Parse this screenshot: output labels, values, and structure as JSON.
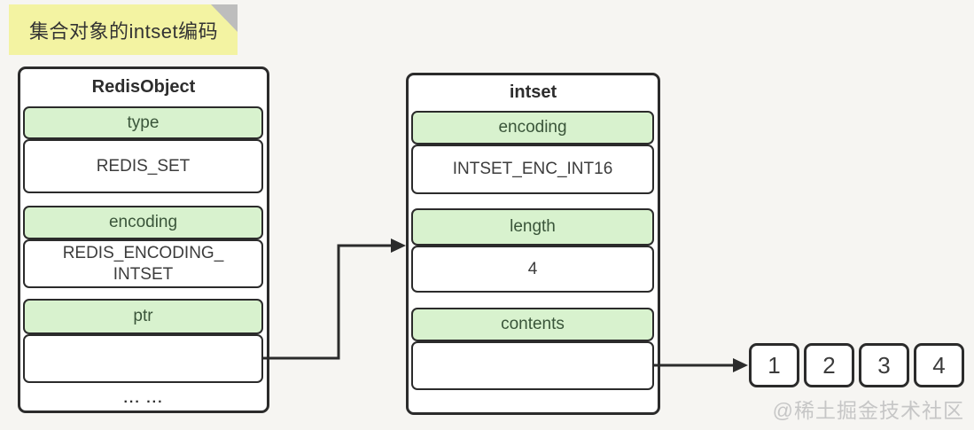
{
  "note": {
    "text": "集合对象的intset编码"
  },
  "redis_object": {
    "title": "RedisObject",
    "fields": [
      {
        "label": "type",
        "value": "REDIS_SET"
      },
      {
        "label": "encoding",
        "value": "REDIS_ENCODING_\nINTSET"
      },
      {
        "label": "ptr",
        "value": ""
      }
    ],
    "ellipsis": "... ..."
  },
  "intset": {
    "title": "intset",
    "fields": [
      {
        "label": "encoding",
        "value": "INTSET_ENC_INT16"
      },
      {
        "label": "length",
        "value": "4"
      },
      {
        "label": "contents",
        "value": ""
      }
    ]
  },
  "contents_array": {
    "cells": [
      "1",
      "2",
      "3",
      "4"
    ]
  },
  "watermark": {
    "text": "@稀土掘金技术社区"
  },
  "colors": {
    "note_yellow": "#f3f3a2",
    "fold_gray": "#bdbdbd",
    "field_green": "#d8f2ce",
    "border_dark": "#2b2b2b",
    "background": "#f6f5f2",
    "watermark_gray": "#c6c6c6"
  }
}
